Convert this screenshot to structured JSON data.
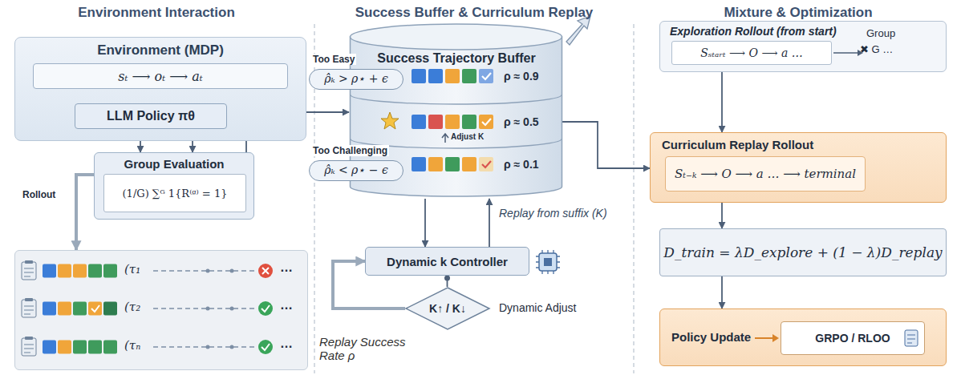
{
  "diagram": {
    "nodes": [
      {
        "text": [
          "Environment (MDP)"
        ]
      },
      {
        "text": [
          "sₜ ⟶ oₜ ⟶ aₜ"
        ],
        "in": 0
      },
      {
        "text": [
          "LLM Policy πθ"
        ],
        "in": 0
      },
      {
        "text": [
          "Group Evaluation"
        ]
      },
      {
        "text": [
          "(1/G) ∑ᴳ 1{R⁽ᵍ⁾ = 1}"
        ],
        "in": 3
      },
      {
        "text": [
          "(τ₁",
          "…",
          "(τ₂",
          "…",
          "(τₙ",
          "…"
        ]
      },
      {
        "text": [
          "Success Trajectory Buffer"
        ]
      },
      {
        "text": [
          "Too Easy",
          "ρ̂ₖ > ρ⋆ + ϵ"
        ]
      },
      {
        "text": [
          "Too Challenging",
          "ρ̂ₖ < ρ⋆ − ϵ"
        ]
      },
      {
        "text": [
          "Dynamic k Controller"
        ]
      },
      {
        "text": [
          "K↑ / K↓"
        ]
      },
      {
        "text": [
          "Exploration Rollout (from start)"
        ]
      },
      {
        "text": [
          "Sₛₜₐᵣₜ ⟶ O ⟶ a …"
        ],
        "in": 11
      },
      {
        "text": [
          "Curriculum Replay Rollout"
        ]
      },
      {
        "text": [
          "Sₜ₋ₖ ⟶ O ⟶ a … ⟶ terminal"
        ],
        "in": 13
      },
      {
        "text": [
          "D_train = λD_explore + (1 − λ)D_replay"
        ]
      },
      {
        "text": [
          "Policy Update"
        ]
      },
      {
        "text": [
          "GRPO / RLOO"
        ],
        "in": 16
      }
    ],
    "edges": [
      {
        "from": 1,
        "to": 2,
        "arrow": "to"
      },
      {
        "from": 2,
        "to": 3,
        "arrow": "to"
      },
      {
        "from": 2,
        "to": 3,
        "arrow": "to"
      },
      {
        "from": 3,
        "to": 6,
        "arrow": "to"
      },
      {
        "from": 3,
        "to": 5,
        "arrow": "to",
        "label": "Rollout"
      },
      {
        "from": 9,
        "to": 6,
        "arrow": "to",
        "label": "Replay from suffix (K)"
      },
      {
        "from": 6,
        "to": 9,
        "arrow": "to"
      },
      {
        "from": 9,
        "to": 10,
        "arrow": "none"
      },
      {
        "from": 10,
        "to": 9,
        "arrow": "to"
      },
      {
        "from": 6,
        "to": 13,
        "arrow": "to"
      },
      {
        "from": 11,
        "to": 13,
        "arrow": "to"
      },
      {
        "from": 13,
        "to": 15,
        "arrow": "to"
      },
      {
        "from": 15,
        "to": 16,
        "arrow": "to"
      }
    ],
    "labels": [
      "Environment Interaction",
      "Success Buffer & Curriculum Replay",
      "Mixture & Optimization",
      "ρ ≈ 0.9",
      "Adjust K",
      "ρ ≈ 0.5",
      "ρ ≈ 0.1",
      "Dynamic Adjust",
      "Replay Success Rate ρ",
      "Group",
      "✖ G …"
    ]
  }
}
